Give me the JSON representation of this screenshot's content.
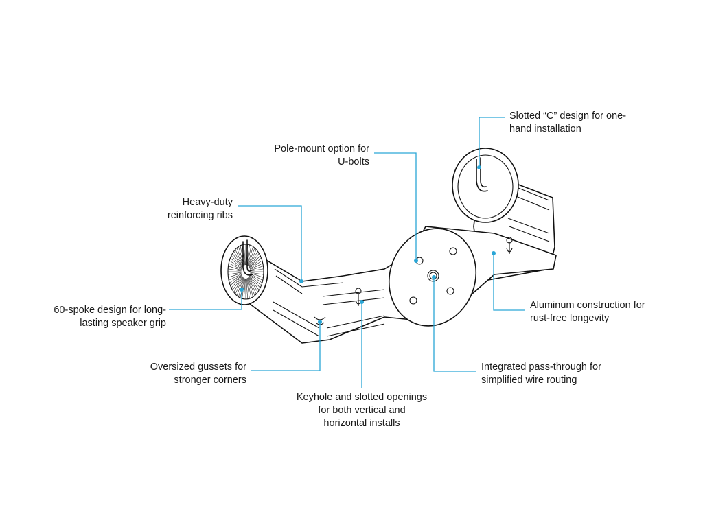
{
  "callouts": {
    "slotted_c": "Slotted “C” design for one-\nhand installation",
    "pole_mount": "Pole-mount option for\nU-bolts",
    "heavy_duty": "Heavy-duty\nreinforcing ribs",
    "spoke_design": "60-spoke design for long-\nlasting speaker grip",
    "aluminum": "Aluminum construction for\nrust-free longevity",
    "gussets": "Oversized gussets for\nstronger corners",
    "pass_through": "Integrated pass-through for\nsimplified wire routing",
    "keyhole": "Keyhole and slotted openings\nfor both vertical and\nhorizontal installs"
  },
  "colors": {
    "leader": "#2aa6d6",
    "ink": "#111111",
    "background": "#ffffff"
  }
}
